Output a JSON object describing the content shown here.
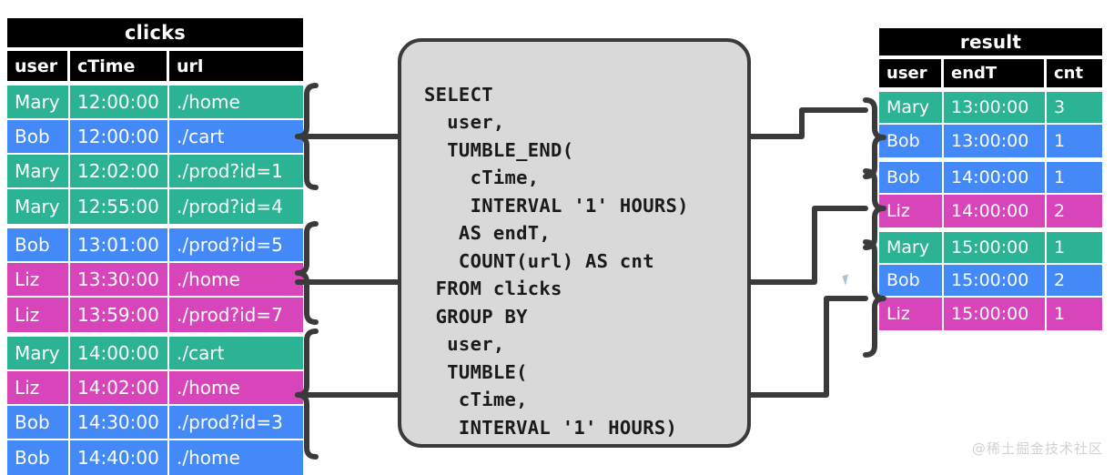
{
  "clicks": {
    "title": "clicks",
    "columns": [
      "user",
      "cTime",
      "url"
    ],
    "groups": [
      {
        "rows": [
          {
            "color": "green",
            "user": "Mary",
            "cTime": "12:00:00",
            "url": "./home"
          },
          {
            "color": "blue",
            "user": "Bob",
            "cTime": "12:00:00",
            "url": "./cart"
          },
          {
            "color": "green",
            "user": "Mary",
            "cTime": "12:02:00",
            "url": "./prod?id=1"
          },
          {
            "color": "green",
            "user": "Mary",
            "cTime": "12:55:00",
            "url": "./prod?id=4"
          }
        ]
      },
      {
        "rows": [
          {
            "color": "blue",
            "user": "Bob",
            "cTime": "13:01:00",
            "url": "./prod?id=5"
          },
          {
            "color": "pink",
            "user": "Liz",
            "cTime": "13:30:00",
            "url": "./home"
          },
          {
            "color": "pink",
            "user": "Liz",
            "cTime": "13:59:00",
            "url": "./prod?id=7"
          }
        ]
      },
      {
        "rows": [
          {
            "color": "green",
            "user": "Mary",
            "cTime": "14:00:00",
            "url": "./cart"
          },
          {
            "color": "pink",
            "user": "Liz",
            "cTime": "14:02:00",
            "url": "./home"
          },
          {
            "color": "blue",
            "user": "Bob",
            "cTime": "14:30:00",
            "url": "./prod?id=3"
          },
          {
            "color": "blue",
            "user": "Bob",
            "cTime": "14:40:00",
            "url": "./home"
          }
        ]
      }
    ]
  },
  "result": {
    "title": "result",
    "columns": [
      "user",
      "endT",
      "cnt"
    ],
    "groups": [
      {
        "rows": [
          {
            "color": "green",
            "user": "Mary",
            "endT": "13:00:00",
            "cnt": "3"
          },
          {
            "color": "blue",
            "user": "Bob",
            "endT": "13:00:00",
            "cnt": "1"
          }
        ]
      },
      {
        "rows": [
          {
            "color": "blue",
            "user": "Bob",
            "endT": "14:00:00",
            "cnt": "1"
          },
          {
            "color": "pink",
            "user": "Liz",
            "endT": "14:00:00",
            "cnt": "2"
          }
        ]
      },
      {
        "rows": [
          {
            "color": "green",
            "user": "Mary",
            "endT": "15:00:00",
            "cnt": "1"
          },
          {
            "color": "blue",
            "user": "Bob",
            "endT": "15:00:00",
            "cnt": "2"
          },
          {
            "color": "pink",
            "user": "Liz",
            "endT": "15:00:00",
            "cnt": "1"
          }
        ]
      }
    ]
  },
  "sql": {
    "code": "SELECT\n  user,\n  TUMBLE_END(\n    cTime,\n    INTERVAL '1' HOURS)\n   AS endT,\n   COUNT(url) AS cnt\n FROM clicks\n GROUP BY\n  user,\n  TUMBLE(\n   cTime,\n   INTERVAL '1' HOURS)"
  },
  "watermark": {
    "text": "@稀土掘金技术社区"
  },
  "colors": {
    "green": "#2bb394",
    "blue": "#4389f7",
    "pink": "#d845bb",
    "header_bg": "#000000",
    "header_text": "#ffffff",
    "sql_box_bg": "#d9d9d9",
    "sql_box_border": "#3a3a3a",
    "connector": "#3a3a3a",
    "page_bg": "#ffffff"
  }
}
